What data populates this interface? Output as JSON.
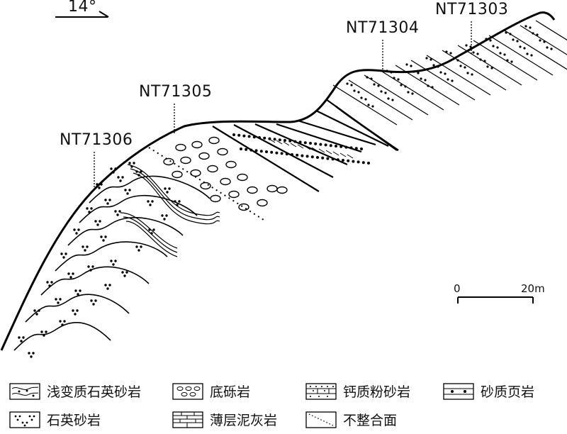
{
  "orientation": {
    "angle_label": "14°"
  },
  "samples": [
    {
      "id": "NT71306"
    },
    {
      "id": "NT71305"
    },
    {
      "id": "NT71304"
    },
    {
      "id": "NT71303"
    }
  ],
  "scale_bar": {
    "start_label": "0",
    "end_label": "20m"
  },
  "legend": [
    {
      "key": "low-grade-quartz-sandstone",
      "label": "浅变质石英砂岩"
    },
    {
      "key": "basal-conglomerate",
      "label": "底砾岩"
    },
    {
      "key": "calcareous-siltstone",
      "label": "钙质粉砂岩"
    },
    {
      "key": "sandy-shale",
      "label": "砂质页岩"
    },
    {
      "key": "quartz-sandstone",
      "label": "石英砂岩"
    },
    {
      "key": "thin-bedded-argillaceous-limestone",
      "label": "薄层泥灰岩"
    },
    {
      "key": "unconformity",
      "label": "不整合面"
    }
  ]
}
